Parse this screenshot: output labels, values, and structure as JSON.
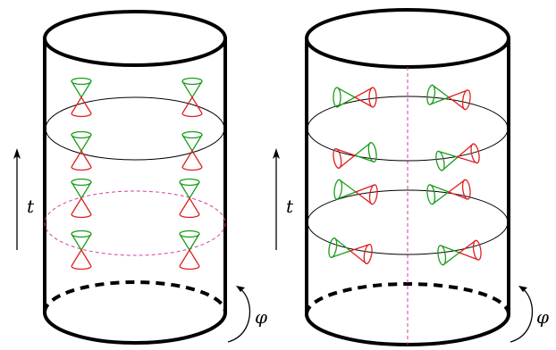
{
  "figure": {
    "colors": {
      "outline": "#000000",
      "future_cone": "#1a9e1a",
      "past_cone": "#e02020",
      "dashed_accent": "#d63fa0"
    },
    "labels": {
      "time": "t",
      "angle": "φ"
    },
    "panels": [
      {
        "name": "left-cylinder",
        "cone_orientation": "vertical",
        "highlight": "dashed-slice"
      },
      {
        "name": "right-cylinder",
        "cone_orientation": "horizontal-tilted",
        "highlight": "dashed-vertical-line"
      }
    ]
  }
}
